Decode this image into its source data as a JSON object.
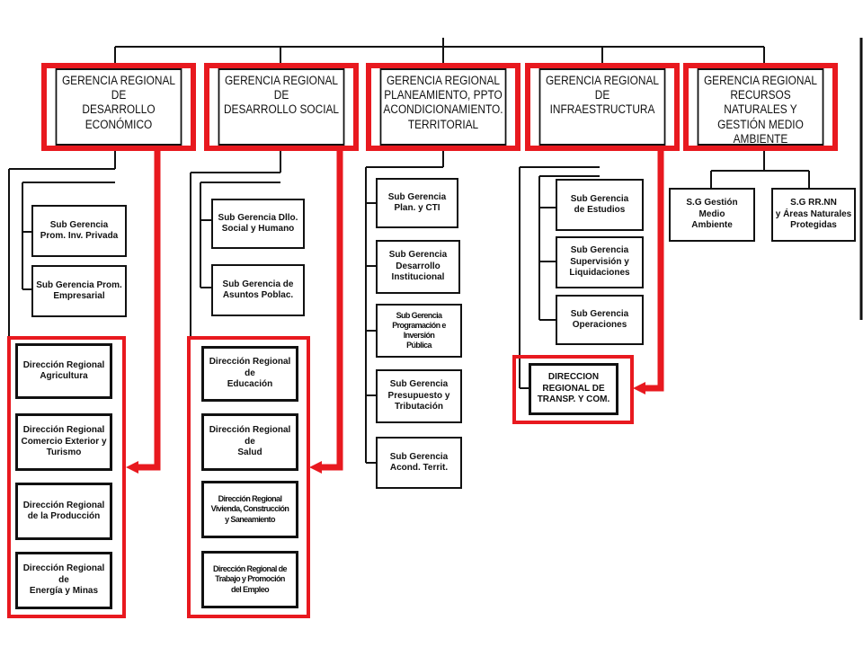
{
  "colors": {
    "accent_red": "#e8191f",
    "line": "#111111",
    "background": "#ffffff"
  },
  "gerencias": [
    {
      "label": "GERENCIA REGIONAL\nDE\nDESARROLLO ECONÓMICO"
    },
    {
      "label": "GERENCIA REGIONAL\nDE\nDESARROLLO SOCIAL"
    },
    {
      "label": "GERENCIA REGIONAL\nPLANEAMIENTO, PPTO\nACONDICIONAMIENTO.\nTERRITORIAL"
    },
    {
      "label": "GERENCIA REGIONAL\nDE\nINFRAESTRUCTURA"
    },
    {
      "label": "GERENCIA REGIONAL\nRECURSOS NATURALES Y\nGESTIÓN MEDIO AMBIENTE"
    }
  ],
  "economico": {
    "subgerencias": [
      "Sub Gerencia\nProm. Inv. Privada",
      "Sub Gerencia Prom.\nEmpresarial"
    ],
    "direcciones": [
      "Dirección Regional\nAgricultura",
      "Dirección Regional\nComercio  Exterior y\nTurismo",
      "Dirección Regional\nde la  Producción",
      "Dirección Regional\nde\nEnergía  y Minas"
    ]
  },
  "social": {
    "subgerencias": [
      "Sub Gerencia Dllo.\nSocial y Humano",
      "Sub Gerencia  de\nAsuntos  Poblac."
    ],
    "direcciones": [
      "Dirección Regional\nde\nEducación",
      "Dirección Regional\nde\nSalud",
      "Dirección Regional\nVivienda, Construcción\ny Saneamiento",
      "Dirección  Regional de\nTrabajo y Promoción\ndel  Empleo"
    ]
  },
  "planeamiento": {
    "subgerencias": [
      "Sub  Gerencia\nPlan. y CTI",
      "Sub  Gerencia\nDesarrollo\nInstitucional",
      "Sub Gerencia\nProgramación e Inversión\nPública",
      "Sub  Gerencia\nPresupuesto  y\nTributación",
      "Sub  Gerencia\nAcond. Territ."
    ]
  },
  "infraestructura": {
    "subgerencias": [
      "Sub  Gerencia\nde Estudios",
      "Sub  Gerencia\nSupervisión  y\nLiquidaciones",
      "Sub  Gerencia\nOperaciones"
    ],
    "direccion": "DIRECCION\nREGIONAL DE\nTRANSP. Y COM."
  },
  "recursos": {
    "subgerencias": [
      "S.G Gestión Medio\nAmbiente",
      "S.G  RR.NN\ny Áreas Naturales\nProtegidas"
    ]
  }
}
